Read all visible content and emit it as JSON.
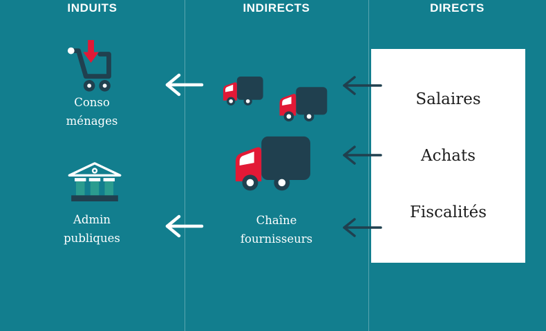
{
  "palette": {
    "background": "#127E8E",
    "dark": "#20404F",
    "red": "#E21936",
    "column": "#2B9C8F",
    "divider": "rgba(255,255,255,0.3)",
    "box_bg": "#FFFFFF",
    "box_text": "#1C1C1C",
    "label_text": "#FFFFFF"
  },
  "columns": [
    {
      "header": "INDUITS",
      "items": [
        {
          "icon": "shopping-cart-icon",
          "label": "Conso ménages"
        },
        {
          "icon": "bank-icon",
          "label": "Admin publiques"
        }
      ]
    },
    {
      "header": "INDIRECTS",
      "items": [
        {
          "icon": "trucks-icon",
          "label": "Chaîne fournisseurs"
        }
      ]
    },
    {
      "header": "DIRECTS",
      "box_items": [
        "Salaires",
        "Achats",
        "Fiscalités"
      ]
    }
  ]
}
